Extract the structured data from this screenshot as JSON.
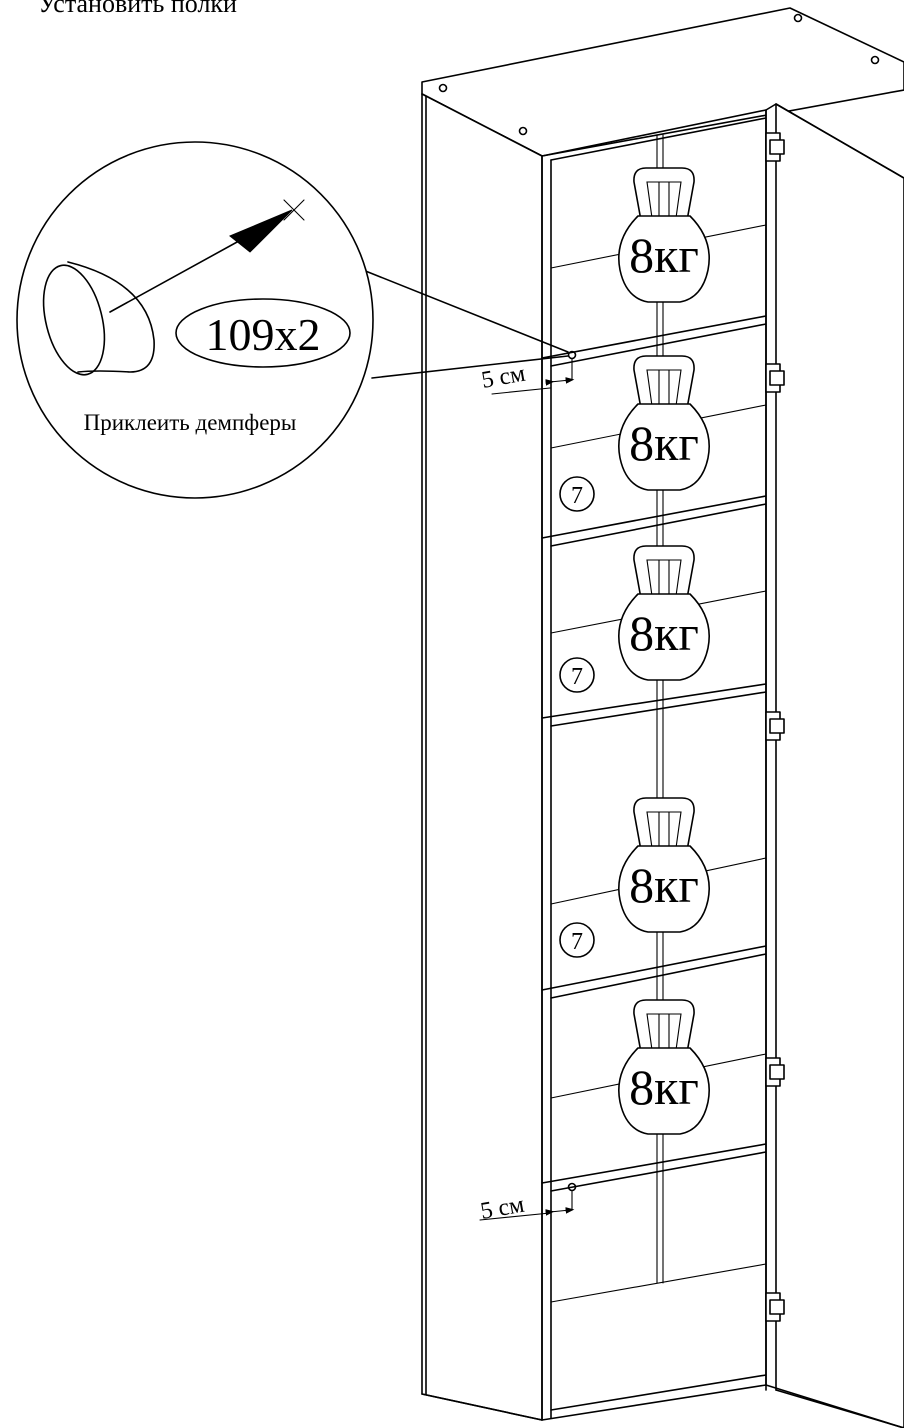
{
  "title": "Установить полки",
  "callout": {
    "quantity_label": "109x2",
    "instruction": "Приклеить демпферы"
  },
  "dimensions": {
    "top_offset": "5 см",
    "bottom_offset": "5 см"
  },
  "weights": [
    "8кг",
    "8кг",
    "8кг",
    "8кг",
    "8кг"
  ],
  "shelf_part_numbers": [
    "7",
    "7",
    "7"
  ]
}
